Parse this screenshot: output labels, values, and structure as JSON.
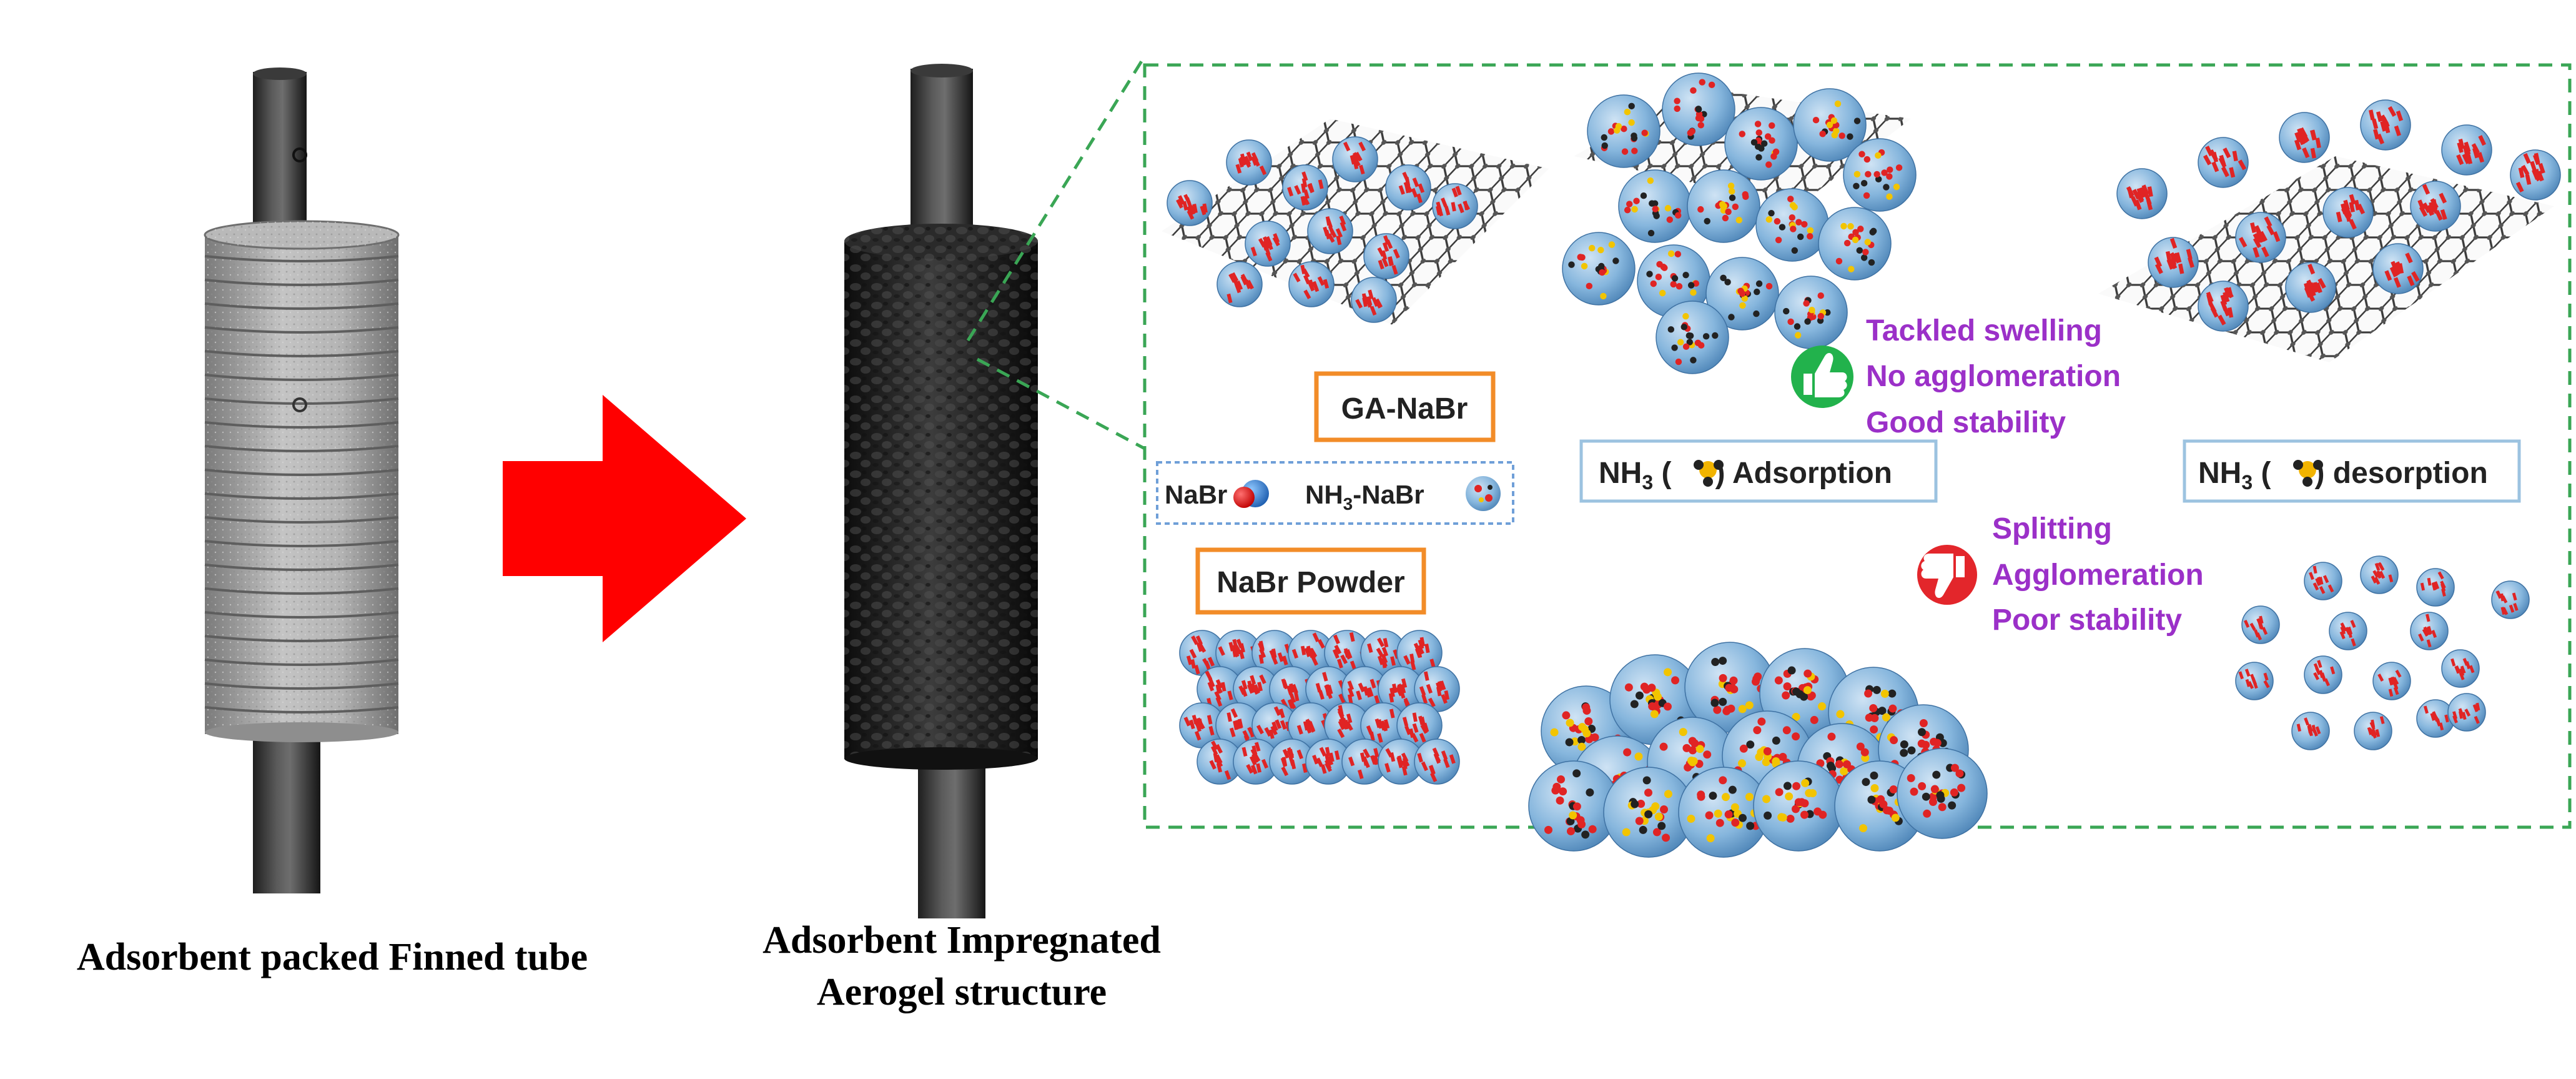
{
  "captions": {
    "finned_tube": "Adsorbent packed Finned tube",
    "aerogel_line1": "Adsorbent Impregnated",
    "aerogel_line2": "Aerogel structure"
  },
  "labels": {
    "ga_nabr": "GA-NaBr",
    "nabr_powder": "NaBr Powder",
    "legend_nabr": "NaBr",
    "legend_nh3_prefix": "NH",
    "legend_nh3_sub": "3",
    "legend_nh3_suffix": "-NaBr",
    "adsorption_prefix": "NH",
    "adsorption_sub": "3",
    "adsorption_open": " (",
    "adsorption_close": ") Adsorption",
    "desorption_prefix": "NH",
    "desorption_sub": "3",
    "desorption_open": " (",
    "desorption_close": ") desorption"
  },
  "good_points": [
    "Tackled swelling",
    "No agglomeration",
    "Good stability"
  ],
  "bad_points": [
    "Splitting",
    "Agglomeration",
    "Poor stability"
  ],
  "colors": {
    "arrow": "#ff0000",
    "dashed_border": "#3aa655",
    "orange_box": "#f28c28",
    "blue_box": "#9cc3e0",
    "purple_text": "#9b30c8",
    "thumb_up": "#22b24c",
    "thumb_down": "#e3262b",
    "sphere": "#7fb2dc",
    "red_dot": "#e02424",
    "fin_grey": "#a8a8a8"
  },
  "icons": {
    "good": "thumbs-up-icon",
    "bad": "thumbs-down-icon",
    "molecule": "nh3-molecule-icon"
  }
}
